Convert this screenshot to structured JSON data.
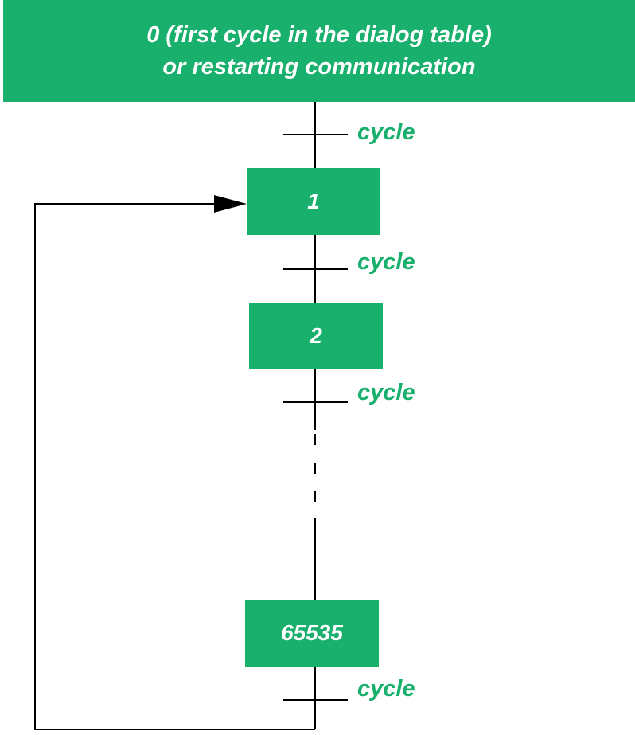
{
  "initial_step": {
    "line1": "0 (first cycle in the dialog table)",
    "line2": "or restarting communication"
  },
  "steps": [
    {
      "label": "1"
    },
    {
      "label": "2"
    },
    {
      "label": "65535"
    }
  ],
  "transitions": [
    {
      "label": "cycle"
    },
    {
      "label": "cycle"
    },
    {
      "label": "cycle"
    },
    {
      "label": "cycle"
    }
  ],
  "colors": {
    "step_fill": "#18b06c",
    "step_text": "#ffffff",
    "transition_text": "#18b06c",
    "line": "#000000"
  }
}
